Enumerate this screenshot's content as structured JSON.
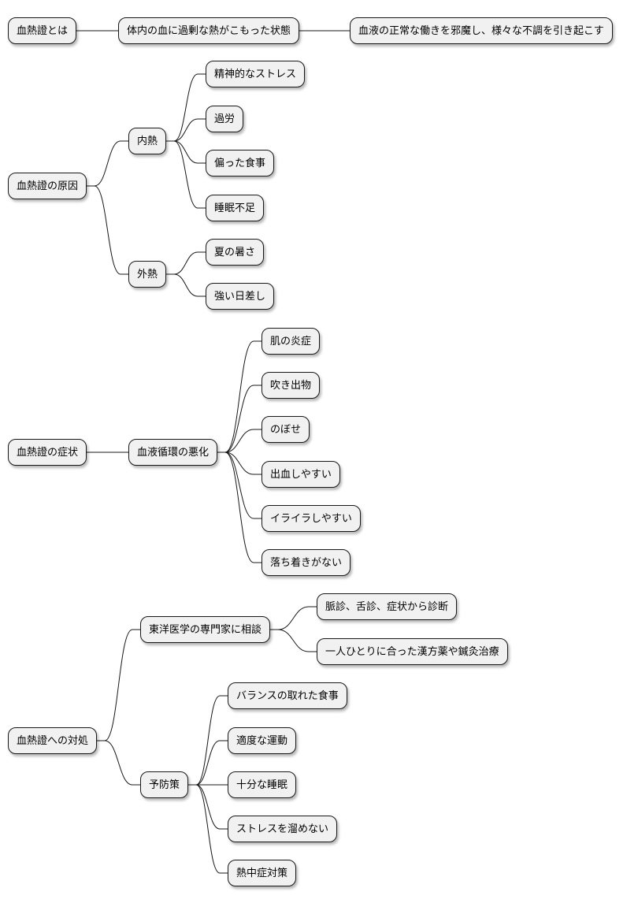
{
  "mindmap": {
    "branches": [
      {
        "label": "血熱證とは",
        "children": [
          {
            "label": "体内の血に過剰な熱がこもった状態",
            "children": [
              {
                "label": "血液の正常な働きを邪魔し、様々な不調を引き起こす"
              }
            ]
          }
        ]
      },
      {
        "label": "血熱證の原因",
        "children": [
          {
            "label": "内熱",
            "children": [
              {
                "label": "精神的なストレス"
              },
              {
                "label": "過労"
              },
              {
                "label": "偏った食事"
              },
              {
                "label": "睡眠不足"
              }
            ]
          },
          {
            "label": "外熱",
            "children": [
              {
                "label": "夏の暑さ"
              },
              {
                "label": "強い日差し"
              }
            ]
          }
        ]
      },
      {
        "label": "血熱證の症状",
        "children": [
          {
            "label": "血液循環の悪化",
            "children": [
              {
                "label": "肌の炎症"
              },
              {
                "label": "吹き出物"
              },
              {
                "label": "のぼせ"
              },
              {
                "label": "出血しやすい"
              },
              {
                "label": "イライラしやすい"
              },
              {
                "label": "落ち着きがない"
              }
            ]
          }
        ]
      },
      {
        "label": "血熱證への対処",
        "children": [
          {
            "label": "東洋医学の専門家に相談",
            "children": [
              {
                "label": "脈診、舌診、症状から診断"
              },
              {
                "label": "一人ひとりに合った漢方薬や鍼灸治療"
              }
            ]
          },
          {
            "label": "予防策",
            "children": [
              {
                "label": "バランスの取れた食事"
              },
              {
                "label": "適度な運動"
              },
              {
                "label": "十分な睡眠"
              },
              {
                "label": "ストレスを溜めない"
              },
              {
                "label": "熱中症対策"
              }
            ]
          }
        ]
      }
    ]
  }
}
